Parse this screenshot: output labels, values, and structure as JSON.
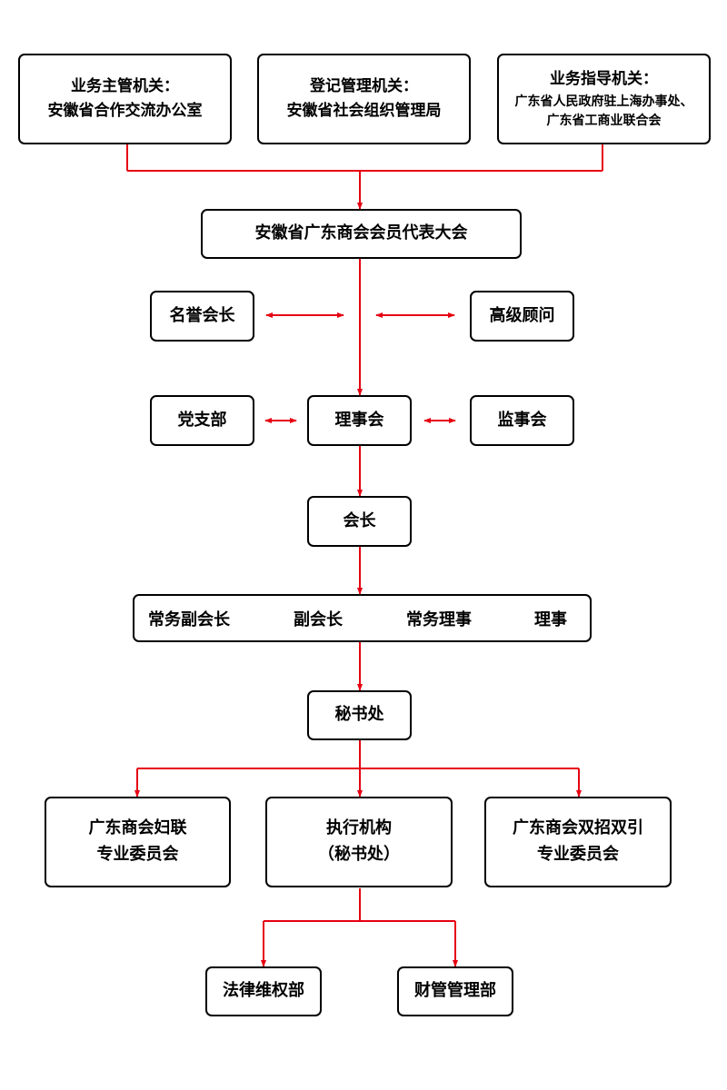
{
  "colors": {
    "line": "#e60012",
    "border": "#000000",
    "text": "#000000"
  },
  "authorities": {
    "supervisor": {
      "title": "业务主管机关：",
      "name": "安徽省合作交流办公室"
    },
    "registration": {
      "title": "登记管理机关：",
      "name": "安徽省社会组织管理局"
    },
    "guidance": {
      "title": "业务指导机关：",
      "line1": "广东省人民政府驻上海办事处、",
      "line2": "广东省工商业联合会"
    }
  },
  "congress": "安徽省广东商会会员代表大会",
  "honorary_president": "名誉会长",
  "senior_advisor": "高级顾问",
  "party_branch": "党支部",
  "council": "理事会",
  "supervisory_board": "监事会",
  "president": "会长",
  "leadership_chain": [
    "常务副会长",
    "副会长",
    "常务理事",
    "理事"
  ],
  "secretariat": "秘书处",
  "committees": {
    "women": {
      "line1": "广东商会妇联",
      "line2": "专业委员会"
    },
    "executive": {
      "line1": "执行机构",
      "line2": "（秘书处）"
    },
    "investment": {
      "line1": "广东商会双招双引",
      "line2": "专业委员会"
    }
  },
  "departments": {
    "legal": "法律维权部",
    "finance": "财管管理部"
  }
}
